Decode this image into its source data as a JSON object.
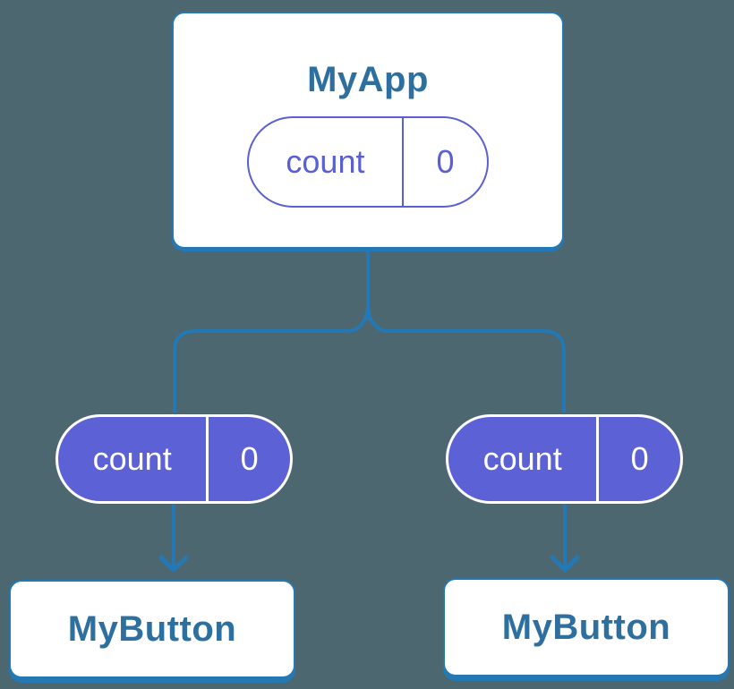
{
  "diagram": {
    "app_card": {
      "title": "MyApp",
      "state_pill": {
        "label": "count",
        "value": "0"
      }
    },
    "left_button_card": {
      "title": "MyButton",
      "prop_pill": {
        "label": "count",
        "value": "0"
      }
    },
    "right_button_card": {
      "title": "MyButton",
      "prop_pill": {
        "label": "count",
        "value": "0"
      }
    },
    "colors": {
      "background": "#4D6770",
      "connector_blue": "#2478B3",
      "card_text_blue": "#2D6F9F",
      "card_fill": "#FFFFFF",
      "pill_fill_purple": "#5C62D6",
      "pill_outline_purple": "#5A5FD2",
      "pill_filled_text": "#FFFFFF"
    }
  }
}
